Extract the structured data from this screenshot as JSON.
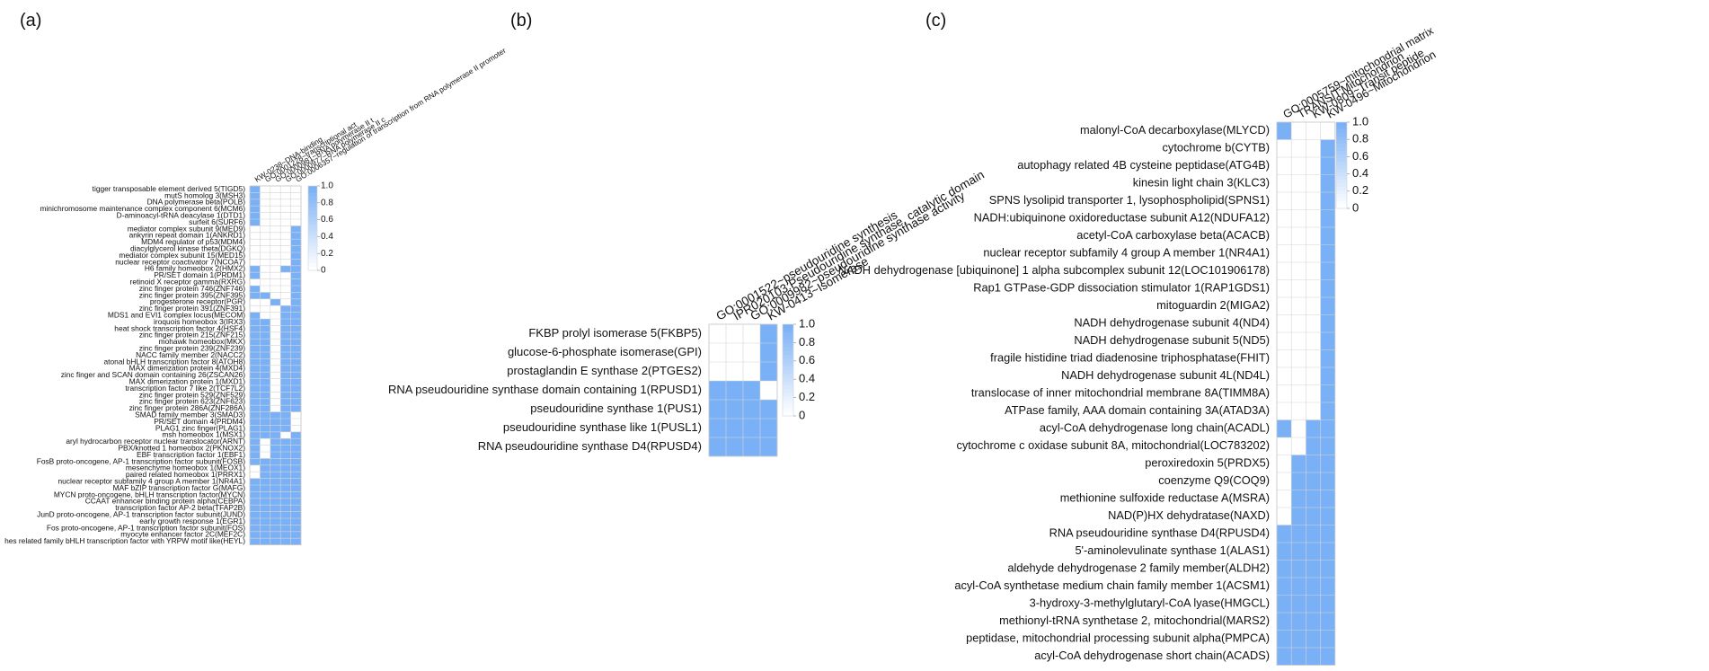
{
  "panel_labels": [
    "(a)",
    "(b)",
    "(c)"
  ],
  "colors": {
    "high": "#7ab0f5",
    "low": "#ffffff",
    "grid": "#d5d5d5",
    "border": "#c8c8c8"
  },
  "chart_data": [
    {
      "type": "heatmap",
      "panel": "(a)",
      "columns": [
        "KW-0238~DNA-binding",
        "GO:0001228~transcriptional act",
        "GO:0000981~RNA polymerase II t",
        "GO:0000977~RNA polymerase II c",
        "GO:0006357~regulation of transcription from RNA polymerase II promoter"
      ],
      "rows": [
        "tigger transposable element derived 5(TIGD5)",
        "mutS homolog 3(MSH3)",
        "DNA polymerase beta(POLB)",
        "minichromosome maintenance complex component 6(MCM6)",
        "D-aminoacyl-tRNA deacylase 1(DTD1)",
        "surfeit 6(SURF6)",
        "mediator complex subunit 9(MED9)",
        "ankyrin repeat domain 1(ANKRD1)",
        "MDM4 regulator of p53(MDM4)",
        "diacylglycerol kinase theta(DGKQ)",
        "mediator complex subunit 15(MED15)",
        "nuclear receptor coactivator 7(NCOA7)",
        "H6 family homeobox 2(HMX2)",
        "PR/SET domain 1(PRDM1)",
        "retinoid X receptor gamma(RXRG)",
        "zinc finger protein 746(ZNF746)",
        "zinc finger protein 395(ZNF395)",
        "progesterone receptor(PGR)",
        "zinc finger protein 391(ZNF391)",
        "MDS1 and EVI1 complex locus(MECOM)",
        "iroquois homeobox 3(IRX3)",
        "heat shock transcription factor 4(HSF4)",
        "zinc finger protein 215(ZNF215)",
        "mohawk homeobox(MKX)",
        "zinc finger protein 239(ZNF239)",
        "NACC family member 2(NACC2)",
        "atonal bHLH transcription factor 8(ATOH8)",
        "MAX dimerization protein 4(MXD4)",
        "zinc finger and SCAN domain containing 26(ZSCAN26)",
        "MAX dimerization protein 1(MXD1)",
        "transcription factor 7 like 2(TCF7L2)",
        "zinc finger protein 529(ZNF529)",
        "zinc finger protein 623(ZNF623)",
        "zinc finger protein 286A(ZNF286A)",
        "SMAD family member 3(SMAD3)",
        "PR/SET domain 4(PRDM4)",
        "PLAG1 zinc finger(PLAG1)",
        "msh homeobox 1(MSX1)",
        "aryl hydrocarbon receptor nuclear translocator(ARNT)",
        "PBX/knotted 1 homeobox 2(PKNOX2)",
        "EBF transcription factor 1(EBF1)",
        "FosB proto-oncogene, AP-1 transcription factor subunit(FOSB)",
        "mesenchyme homeobox 1(MEOX1)",
        "paired related homeobox 1(PRRX1)",
        "nuclear receptor subfamily 4 group A member 1(NR4A1)",
        "MAF bZIP transcription factor G(MAFG)",
        "MYCN proto-oncogene, bHLH transcription factor(MYCN)",
        "CCAAT enhancer binding protein alpha(CEBPA)",
        "transcription factor AP-2 beta(TFAP2B)",
        "JunD proto-oncogene, AP-1 transcription factor subunit(JUND)",
        "early growth response 1(EGR1)",
        "Fos proto-oncogene, AP-1 transcription factor subunit(FOS)",
        "myocyte enhancer factor 2C(MEF2C)",
        "hes related family bHLH transcription factor with YRPW motif like(HEYL)"
      ],
      "values": [
        [
          1,
          0,
          0,
          0,
          0
        ],
        [
          1,
          0,
          0,
          0,
          0
        ],
        [
          1,
          0,
          0,
          0,
          0
        ],
        [
          1,
          0,
          0,
          0,
          0
        ],
        [
          1,
          0,
          0,
          0,
          0
        ],
        [
          1,
          0,
          0,
          0,
          0
        ],
        [
          0,
          0,
          0,
          0,
          1
        ],
        [
          0,
          0,
          0,
          0,
          1
        ],
        [
          0,
          0,
          0,
          0,
          1
        ],
        [
          0,
          0,
          0,
          0,
          1
        ],
        [
          0,
          0,
          0,
          0,
          1
        ],
        [
          0,
          0,
          0,
          0,
          1
        ],
        [
          1,
          0,
          0,
          1,
          1
        ],
        [
          1,
          0,
          0,
          0,
          1
        ],
        [
          0,
          0,
          0,
          0,
          1
        ],
        [
          1,
          0,
          0,
          0,
          1
        ],
        [
          1,
          1,
          0,
          0,
          1
        ],
        [
          0,
          0,
          1,
          0,
          1
        ],
        [
          0,
          0,
          0,
          1,
          1
        ],
        [
          1,
          0,
          0,
          1,
          1
        ],
        [
          1,
          1,
          0,
          1,
          1
        ],
        [
          1,
          1,
          0,
          1,
          1
        ],
        [
          1,
          1,
          0,
          1,
          1
        ],
        [
          1,
          1,
          0,
          1,
          1
        ],
        [
          1,
          1,
          0,
          1,
          1
        ],
        [
          1,
          1,
          0,
          1,
          1
        ],
        [
          1,
          1,
          0,
          1,
          1
        ],
        [
          1,
          1,
          0,
          1,
          1
        ],
        [
          1,
          1,
          0,
          1,
          1
        ],
        [
          1,
          1,
          0,
          1,
          1
        ],
        [
          1,
          1,
          0,
          1,
          1
        ],
        [
          1,
          1,
          0,
          1,
          1
        ],
        [
          1,
          1,
          0,
          1,
          1
        ],
        [
          1,
          1,
          0,
          1,
          1
        ],
        [
          1,
          1,
          1,
          1,
          0
        ],
        [
          1,
          1,
          1,
          1,
          0
        ],
        [
          1,
          1,
          1,
          1,
          0
        ],
        [
          1,
          1,
          1,
          0,
          1
        ],
        [
          1,
          0,
          1,
          1,
          1
        ],
        [
          1,
          0,
          1,
          1,
          1
        ],
        [
          1,
          0,
          1,
          1,
          1
        ],
        [
          1,
          1,
          1,
          1,
          1
        ],
        [
          0,
          1,
          1,
          1,
          1
        ],
        [
          0,
          1,
          1,
          1,
          1
        ],
        [
          1,
          1,
          1,
          1,
          1
        ],
        [
          1,
          1,
          1,
          1,
          1
        ],
        [
          1,
          1,
          1,
          1,
          1
        ],
        [
          1,
          1,
          1,
          1,
          1
        ],
        [
          1,
          1,
          1,
          1,
          1
        ],
        [
          1,
          1,
          1,
          1,
          1
        ],
        [
          1,
          1,
          1,
          1,
          1
        ],
        [
          1,
          1,
          1,
          1,
          1
        ],
        [
          1,
          1,
          1,
          1,
          1
        ],
        [
          1,
          1,
          1,
          1,
          1
        ]
      ],
      "colorbar_ticks": [
        "1.0",
        "0.8",
        "0.6",
        "0.4",
        "0.2",
        "0"
      ],
      "range": [
        0,
        1
      ]
    },
    {
      "type": "heatmap",
      "panel": "(b)",
      "columns": [
        "GO:0001522~pseudouridine synthesis",
        "IPR020103:Pseudouridine synthase, catalytic domain",
        "GO:0009982~pseudouridine synthase activity",
        "KW-0413~Isomerase"
      ],
      "rows": [
        "FKBP prolyl isomerase 5(FKBP5)",
        "glucose-6-phosphate isomerase(GPI)",
        "prostaglandin E synthase 2(PTGES2)",
        "RNA pseudouridine synthase domain containing 1(RPUSD1)",
        "pseudouridine synthase 1(PUS1)",
        "pseudouridine synthase like 1(PUSL1)",
        "RNA pseudouridine synthase D4(RPUSD4)"
      ],
      "values": [
        [
          0,
          0,
          0,
          1
        ],
        [
          0,
          0,
          0,
          1
        ],
        [
          0,
          0,
          0,
          1
        ],
        [
          1,
          1,
          1,
          0
        ],
        [
          1,
          1,
          1,
          1
        ],
        [
          1,
          1,
          1,
          1
        ],
        [
          1,
          1,
          1,
          1
        ]
      ],
      "colorbar_ticks": [
        "1.0",
        "0.8",
        "0.6",
        "0.4",
        "0.2",
        "0"
      ],
      "range": [
        0,
        1
      ]
    },
    {
      "type": "heatmap",
      "panel": "(c)",
      "columns": [
        "GO:0005759~mitochondrial matrix",
        "TRANSIT:Mitochondrion",
        "KW-0809~Transit peptide",
        "KW-0496~Mitochondrion"
      ],
      "rows": [
        "malonyl-CoA decarboxylase(MLYCD)",
        "cytochrome b(CYTB)",
        "autophagy related 4B cysteine peptidase(ATG4B)",
        "kinesin light chain 3(KLC3)",
        "SPNS lysolipid transporter 1, lysophospholipid(SPNS1)",
        "NADH:ubiquinone oxidoreductase subunit A12(NDUFA12)",
        "acetyl-CoA carboxylase beta(ACACB)",
        "nuclear receptor subfamily 4 group A member 1(NR4A1)",
        "NADH dehydrogenase [ubiquinone] 1 alpha subcomplex subunit 12(LOC101906178)",
        "Rap1 GTPase-GDP dissociation stimulator 1(RAP1GDS1)",
        "mitoguardin 2(MIGA2)",
        "NADH dehydrogenase subunit 4(ND4)",
        "NADH dehydrogenase subunit 5(ND5)",
        "fragile histidine triad diadenosine triphosphatase(FHIT)",
        "NADH dehydrogenase subunit 4L(ND4L)",
        "translocase of inner mitochondrial membrane 8A(TIMM8A)",
        "ATPase family, AAA domain containing 3A(ATAD3A)",
        "acyl-CoA dehydrogenase long chain(ACADL)",
        "cytochrome c oxidase subunit 8A, mitochondrial(LOC783202)",
        "peroxiredoxin 5(PRDX5)",
        "coenzyme Q9(COQ9)",
        "methionine sulfoxide reductase A(MSRA)",
        "NAD(P)HX dehydratase(NAXD)",
        "RNA pseudouridine synthase D4(RPUSD4)",
        "5'-aminolevulinate synthase 1(ALAS1)",
        "aldehyde dehydrogenase 2 family member(ALDH2)",
        "acyl-CoA synthetase medium chain family member 1(ACSM1)",
        "3-hydroxy-3-methylglutaryl-CoA lyase(HMGCL)",
        "methionyl-tRNA synthetase 2, mitochondrial(MARS2)",
        "peptidase, mitochondrial processing subunit alpha(PMPCA)",
        "acyl-CoA dehydrogenase short chain(ACADS)"
      ],
      "values": [
        [
          1,
          0,
          0,
          0
        ],
        [
          0,
          0,
          0,
          1
        ],
        [
          0,
          0,
          0,
          1
        ],
        [
          0,
          0,
          0,
          1
        ],
        [
          0,
          0,
          0,
          1
        ],
        [
          0,
          0,
          0,
          1
        ],
        [
          0,
          0,
          0,
          1
        ],
        [
          0,
          0,
          0,
          1
        ],
        [
          0,
          0,
          0,
          1
        ],
        [
          0,
          0,
          0,
          1
        ],
        [
          0,
          0,
          0,
          1
        ],
        [
          0,
          0,
          0,
          1
        ],
        [
          0,
          0,
          0,
          1
        ],
        [
          0,
          0,
          0,
          1
        ],
        [
          0,
          0,
          0,
          1
        ],
        [
          0,
          0,
          0,
          1
        ],
        [
          0,
          0,
          0,
          1
        ],
        [
          1,
          0,
          1,
          1
        ],
        [
          0,
          0,
          1,
          1
        ],
        [
          0,
          1,
          1,
          1
        ],
        [
          0,
          1,
          1,
          1
        ],
        [
          0,
          1,
          1,
          1
        ],
        [
          0,
          1,
          1,
          1
        ],
        [
          1,
          1,
          1,
          1
        ],
        [
          1,
          1,
          1,
          1
        ],
        [
          1,
          1,
          1,
          1
        ],
        [
          1,
          1,
          1,
          1
        ],
        [
          1,
          1,
          1,
          1
        ],
        [
          1,
          1,
          1,
          1
        ],
        [
          1,
          1,
          1,
          1
        ],
        [
          1,
          1,
          1,
          1
        ]
      ],
      "colorbar_ticks": [
        "1.0",
        "0.8",
        "0.6",
        "0.4",
        "0.2",
        "0"
      ],
      "range": [
        0,
        1
      ]
    }
  ]
}
